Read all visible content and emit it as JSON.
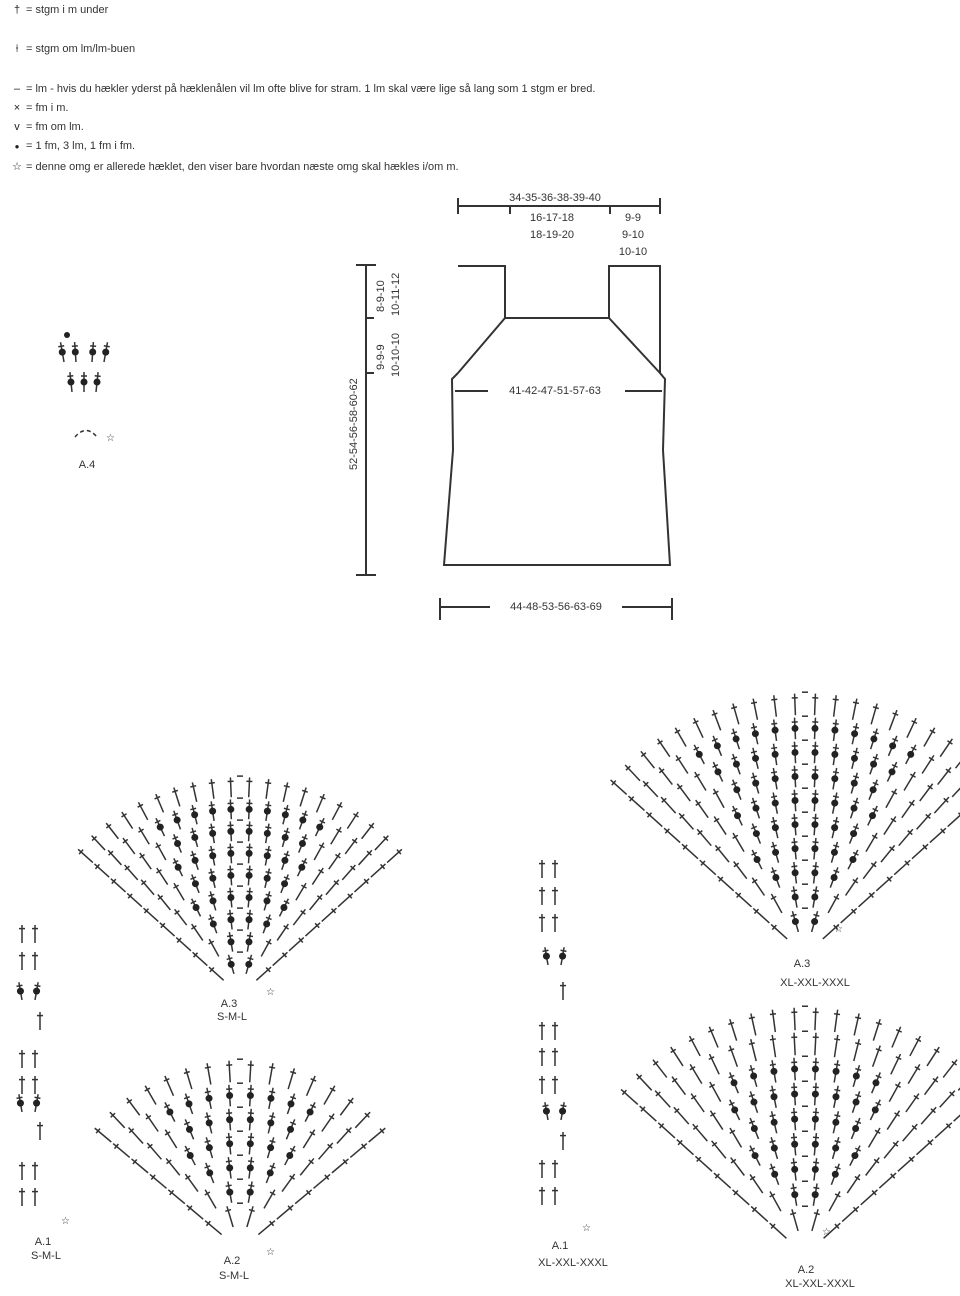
{
  "legend": [
    {
      "icon": "treble-icon",
      "symbol": "†",
      "text": "= stgm i m under"
    },
    {
      "icon": "treble-around-chain-icon",
      "symbol": "⍿",
      "text": "= stgm om lm/lm-buen"
    },
    {
      "icon": "chain-icon",
      "symbol": "‒",
      "text": "= lm - hvis du hækler yderst på hæklenålen vil lm ofte blive for stram. 1 lm skal være lige så lang som 1 stgm er bred."
    },
    {
      "icon": "sc-icon",
      "symbol": "×",
      "text": "= fm i m."
    },
    {
      "icon": "sc-around-chain-icon",
      "symbol": "v",
      "text": "= fm om lm."
    },
    {
      "icon": "picot-dot-icon",
      "symbol": "●",
      "text": "= 1 fm, 3 lm, 1 fm i fm."
    },
    {
      "icon": "star-icon",
      "symbol": "☆",
      "text": "= denne omg er allerede hæklet, den viser bare hvordan næste omg skal hækles i/om m."
    }
  ],
  "schematic": {
    "top_width": "34-35-36-38-39-40",
    "neck_width_1": "16-17-18",
    "neck_width_2": "18-19-20",
    "strap_width_1": "9-9",
    "strap_width_2": "9-10",
    "strap_width_3": "10-10",
    "strap_height_1": "8-9-10",
    "strap_height_2": "10-11-12",
    "armhole_height_1": "9-9-9",
    "armhole_height_2": "10-10-10",
    "total_height": "52-54-56-58-60-62",
    "chest_width": "41-42-47-51-57-63",
    "bottom_width": "44-48-53-56-63-69"
  },
  "diagrams": {
    "a4": {
      "name": "A.4"
    },
    "a3_small": {
      "name": "A.3",
      "sizes": "S-M-L"
    },
    "a2_small": {
      "name": "A.2",
      "sizes": "S-M-L"
    },
    "a1_small": {
      "name": "A.1",
      "sizes": "S-M-L"
    },
    "a1_large": {
      "name": "A.1",
      "sizes": "XL-XXL-XXXL"
    },
    "a3_large": {
      "name": "A.3",
      "sizes": "XL-XXL-XXXL"
    },
    "a2_large": {
      "name": "A.2",
      "sizes": "XL-XXL-XXXL"
    }
  },
  "star": "☆"
}
